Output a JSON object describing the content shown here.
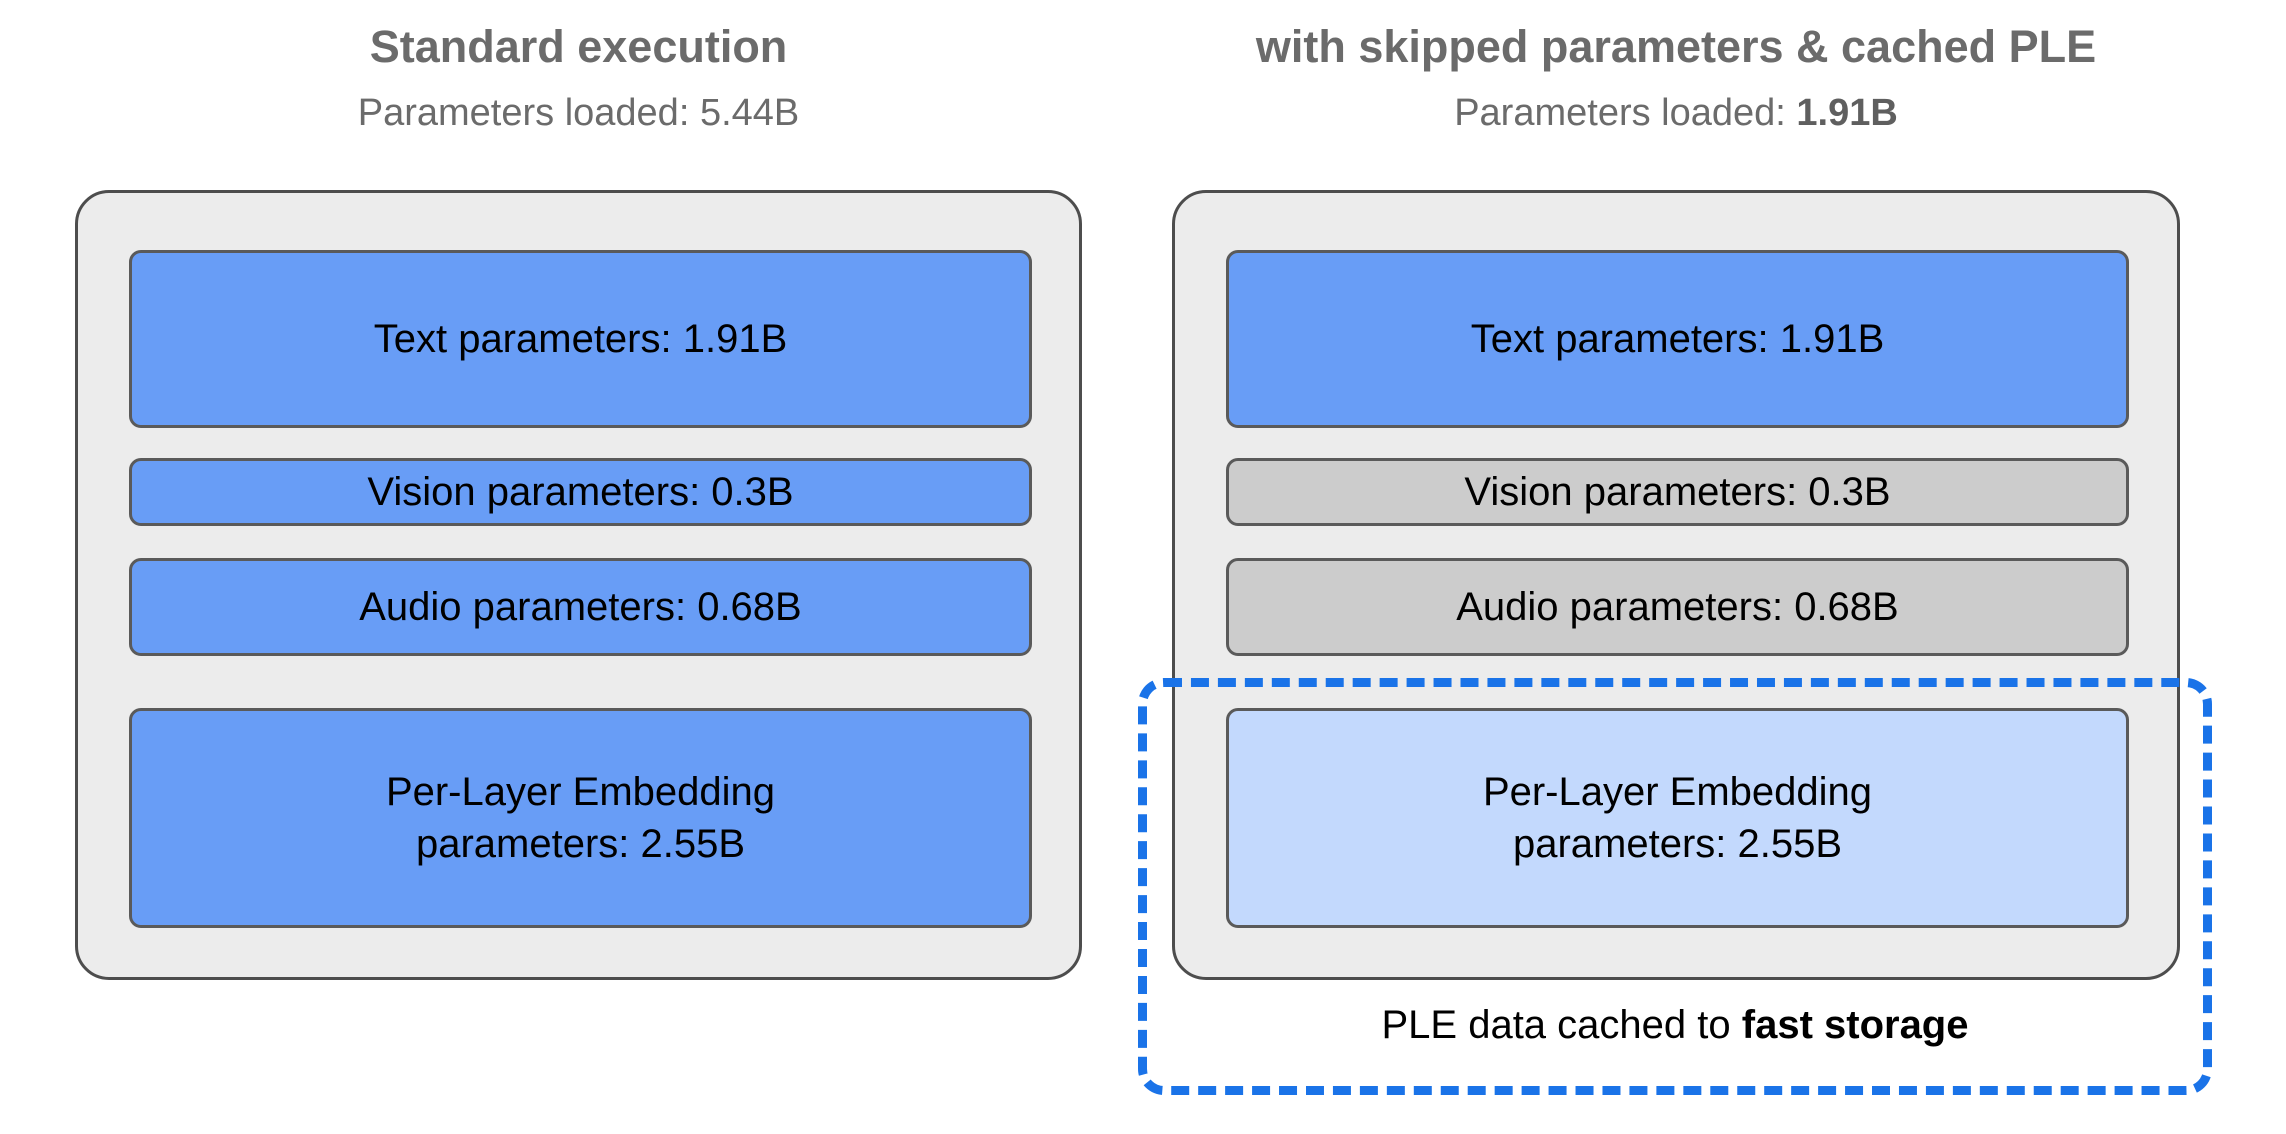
{
  "columns": [
    {
      "id": "standard",
      "title": "Standard execution",
      "subtitle_prefix": "Parameters loaded: ",
      "subtitle_value": "5.44B",
      "subtitle_value_bold": false,
      "blocks": [
        {
          "label": "Text parameters: 1.91B",
          "state": "active",
          "color": "#689df6"
        },
        {
          "label": "Vision parameters: 0.3B",
          "state": "active",
          "color": "#689df6"
        },
        {
          "label": "Audio parameters: 0.68B",
          "state": "active",
          "color": "#689df6"
        },
        {
          "label": "Per-Layer Embedding\nparameters: 2.55B",
          "label_line1": "Per-Layer Embedding",
          "label_line2": "parameters: 2.55B",
          "state": "active",
          "color": "#689df6"
        }
      ]
    },
    {
      "id": "skipped-cached",
      "title": "with skipped parameters & cached PLE",
      "subtitle_prefix": "Parameters loaded: ",
      "subtitle_value": "1.91B",
      "subtitle_value_bold": true,
      "blocks": [
        {
          "label": "Text parameters: 1.91B",
          "state": "active",
          "color": "#689df6"
        },
        {
          "label": "Vision parameters: 0.3B",
          "state": "skipped",
          "color": "#cccccc"
        },
        {
          "label": "Audio parameters: 0.68B",
          "state": "skipped",
          "color": "#cccccc"
        },
        {
          "label": "Per-Layer Embedding\nparameters: 2.55B",
          "label_line1": "Per-Layer Embedding",
          "label_line2": "parameters: 2.55B",
          "state": "cached",
          "color": "#c3d9fd"
        }
      ]
    }
  ],
  "cache_region": {
    "caption_prefix": "PLE data cached to ",
    "caption_emphasis": "fast storage",
    "border_color": "#1a73e8",
    "border_style": "dashed"
  },
  "palette": {
    "active_blue": "#689df6",
    "cached_light_blue": "#c3d9fd",
    "skipped_gray": "#cccccc",
    "panel_background": "#ececec",
    "panel_border": "#4d4d4d",
    "block_border": "#5a5a5a",
    "heading_text": "#6b6b6b",
    "body_text": "#000000",
    "accent_dashed": "#1a73e8",
    "page_background": "#ffffff"
  }
}
